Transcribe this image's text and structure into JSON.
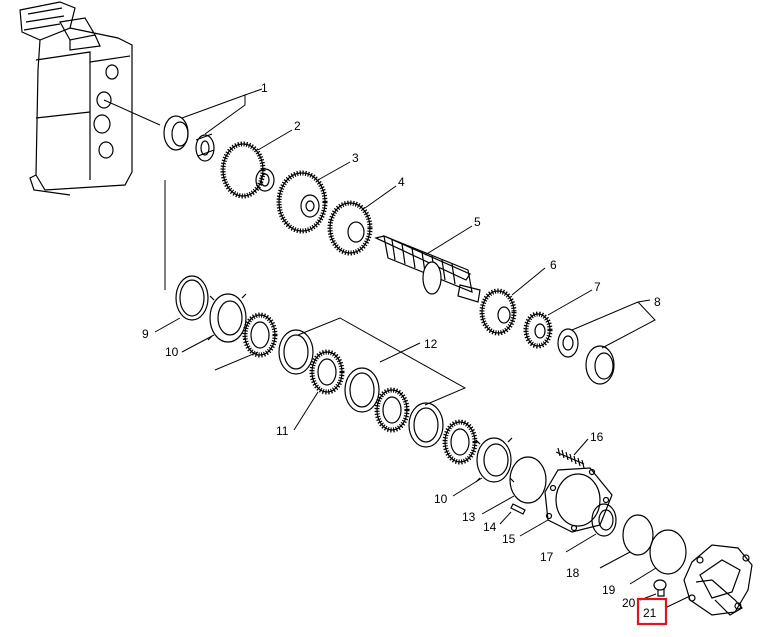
{
  "callouts": [
    {
      "id": "c1",
      "text": "1"
    },
    {
      "id": "c2",
      "text": "2"
    },
    {
      "id": "c3",
      "text": "3"
    },
    {
      "id": "c4",
      "text": "4"
    },
    {
      "id": "c5",
      "text": "5"
    },
    {
      "id": "c6",
      "text": "6"
    },
    {
      "id": "c7",
      "text": "7"
    },
    {
      "id": "c8",
      "text": "8"
    },
    {
      "id": "c9",
      "text": "9"
    },
    {
      "id": "c10a",
      "text": "10"
    },
    {
      "id": "c11",
      "text": "11"
    },
    {
      "id": "c12",
      "text": "12"
    },
    {
      "id": "c10b",
      "text": "10"
    },
    {
      "id": "c13",
      "text": "13"
    },
    {
      "id": "c14",
      "text": "14"
    },
    {
      "id": "c15",
      "text": "15"
    },
    {
      "id": "c16",
      "text": "16"
    },
    {
      "id": "c17",
      "text": "17"
    },
    {
      "id": "c18",
      "text": "18"
    },
    {
      "id": "c19",
      "text": "19"
    },
    {
      "id": "c20",
      "text": "20"
    },
    {
      "id": "c21",
      "text": "21"
    }
  ],
  "highlight": {
    "callout": "21",
    "color": "#e0141e"
  }
}
